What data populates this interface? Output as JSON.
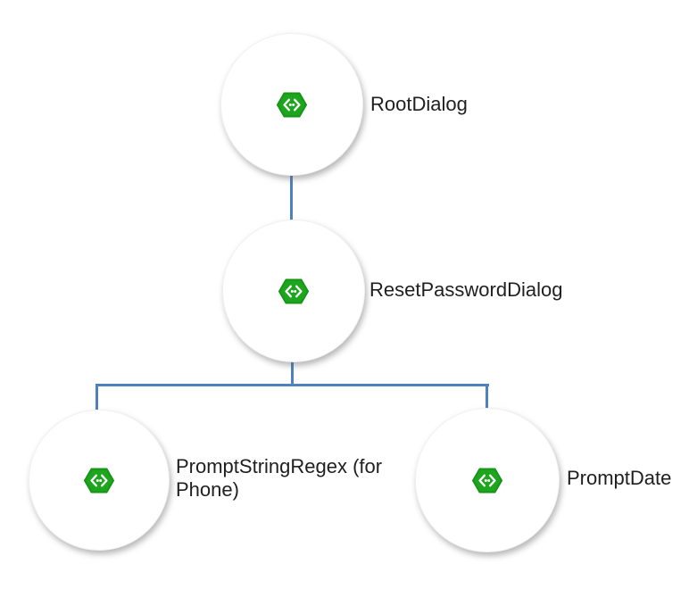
{
  "diagram": {
    "type": "tree",
    "background_color": "#ffffff",
    "connector_color": "#4f81bd",
    "node": {
      "fill": "#ffffff",
      "shape": "circle"
    },
    "icon": {
      "name": "code-hexagon-icon",
      "glyph": "<..>",
      "fill": "#1ea51e",
      "stroke": "#169516",
      "symbol_color": "#ffffff"
    },
    "text_color": "#1f1f1f",
    "nodes": [
      {
        "id": "root-dialog",
        "label": "RootDialog",
        "label_lines": [
          "RootDialog"
        ]
      },
      {
        "id": "reset-password-dialog",
        "label": "ResetPasswordDialog",
        "label_lines": [
          "ResetPasswordDialog"
        ]
      },
      {
        "id": "prompt-string-regex",
        "label": "PromptStringRegex (for Phone)",
        "label_lines": [
          "PromptStringRegex (for",
          "Phone)"
        ]
      },
      {
        "id": "prompt-date",
        "label": "PromptDate",
        "label_lines": [
          "PromptDate"
        ]
      }
    ],
    "edges": [
      {
        "from": "RootDialog",
        "to": "ResetPasswordDialog"
      },
      {
        "from": "ResetPasswordDialog",
        "to": "PromptStringRegex (for Phone)"
      },
      {
        "from": "ResetPasswordDialog",
        "to": "PromptDate"
      }
    ]
  }
}
